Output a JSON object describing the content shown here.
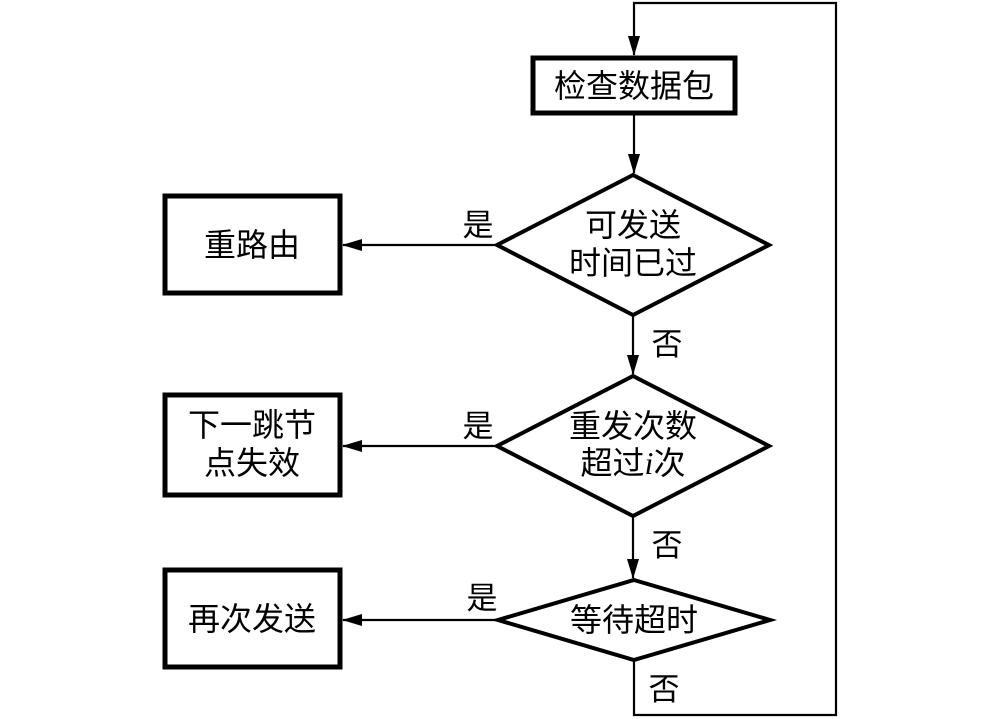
{
  "diagram": {
    "colors": {
      "background": "#ffffff",
      "stroke": "#000000",
      "text": "#000000"
    },
    "nodes": {
      "check_packet": {
        "label": "检查数据包"
      },
      "decision_send_time": {
        "line1": "可发送",
        "line2": "时间已过"
      },
      "decision_retry_count": {
        "line1": "重发次数",
        "line2_prefix": "超过",
        "line2_var": "i",
        "line2_suffix": "次"
      },
      "decision_wait_timeout": {
        "label": "等待超时"
      },
      "reroute": {
        "label": "重路由"
      },
      "next_hop_invalid": {
        "line1": "下一跳节",
        "line2": "点失效"
      },
      "resend": {
        "label": "再次发送"
      }
    },
    "edge_labels": {
      "send_time_yes": "是",
      "send_time_no": "否",
      "retry_count_yes": "是",
      "retry_count_no": "否",
      "wait_timeout_yes": "是",
      "wait_timeout_no": "否"
    }
  }
}
